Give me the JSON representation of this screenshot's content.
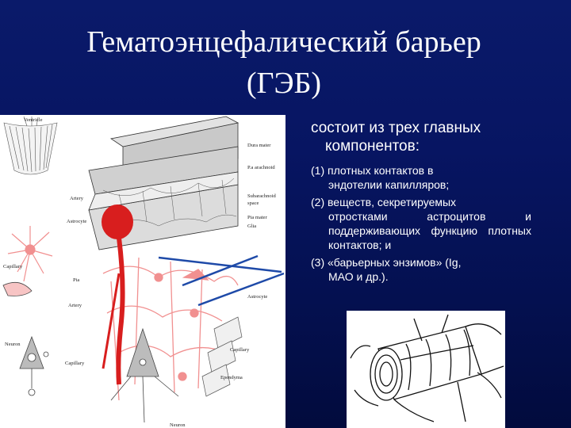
{
  "title": {
    "line1": "Гематоэнцефалический  барьер",
    "line2": "(ГЭБ)"
  },
  "intro": {
    "line1": "состоит из трех главных",
    "line2": "компонентов:"
  },
  "items": [
    {
      "line1": "(1)   плотных   контактов   в",
      "line2": "эндотелии капилляров;"
    },
    {
      "line1": "(2)  веществ,  секретируемых",
      "line2": "отростками  астроцитов  и поддерживающих  функцию плотных контактов; и"
    },
    {
      "line1": "(3)  «барьерных  энзимов»  (Ig,",
      "line2": "МАО и др.)."
    }
  ],
  "diagram_labels": {
    "ventricle": "Ventricle",
    "dura": "Dura mater",
    "arachnoid": "P.a arachnoid",
    "subarachnoid": "Subarachnoid",
    "space": "space",
    "pia_right": "Pia mater",
    "glia": "Glia",
    "artery_top": "Artery",
    "astrocyte_left": "Astrocyte",
    "capillary_left": "Capillary",
    "pia_left": "Pia",
    "artery_left": "Artery",
    "astrocyte_right": "Astrocyte",
    "neuron_left": "Neuron",
    "capillary_bottom": "Capillary",
    "capillary_right": "Capillary",
    "ependyma": "Ependyma",
    "neuron_bottom": "Neuron"
  },
  "colors": {
    "background": "#071562",
    "text": "#ffffff",
    "vessel_red": "#d81e1e",
    "astro_pink": "#f19090",
    "arrow_blue": "#1e4aa8"
  }
}
